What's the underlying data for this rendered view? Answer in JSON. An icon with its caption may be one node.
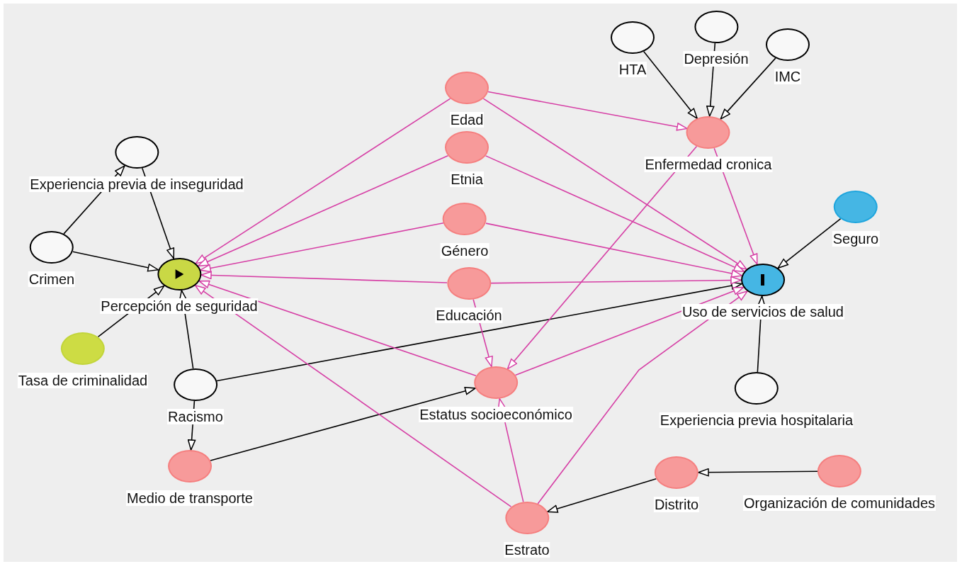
{
  "diagram": {
    "nodes": [
      {
        "text": [
          "Experiencia previa de inseguridad"
        ]
      },
      {
        "text": [
          "Crimen"
        ]
      },
      {
        "text": [
          "Percepción de seguridad"
        ]
      },
      {
        "text": [
          "Tasa de criminalidad"
        ]
      },
      {
        "text": [
          "Racismo"
        ]
      },
      {
        "text": [
          "Medio de transporte"
        ]
      },
      {
        "text": [
          "Edad"
        ]
      },
      {
        "text": [
          "Etnia"
        ]
      },
      {
        "text": [
          "Género"
        ]
      },
      {
        "text": [
          "Educación"
        ]
      },
      {
        "text": [
          "Estatus socioeconómico"
        ]
      },
      {
        "text": [
          "Estrato"
        ]
      },
      {
        "text": [
          "HTA"
        ]
      },
      {
        "text": [
          "Depresión"
        ]
      },
      {
        "text": [
          "IMC"
        ]
      },
      {
        "text": [
          "Enfermedad cronica"
        ]
      },
      {
        "text": [
          "Seguro"
        ]
      },
      {
        "text": [
          "Uso de servicios de salud"
        ]
      },
      {
        "text": [
          "Experiencia previa hospitalaria"
        ]
      },
      {
        "text": [
          "Distrito"
        ]
      },
      {
        "text": [
          "Organización de comunidades"
        ]
      }
    ],
    "edges": [
      {
        "from": 1,
        "to": 0,
        "arrow": "to",
        "color": "#000000"
      },
      {
        "from": 0,
        "to": 2,
        "arrow": "to",
        "color": "#000000"
      },
      {
        "from": 1,
        "to": 2,
        "arrow": "to",
        "color": "#000000"
      },
      {
        "from": 3,
        "to": 2,
        "arrow": "to",
        "color": "#000000"
      },
      {
        "from": 4,
        "to": 2,
        "arrow": "to",
        "color": "#000000"
      },
      {
        "from": 4,
        "to": 17,
        "arrow": "to",
        "color": "#000000"
      },
      {
        "from": 4,
        "to": 5,
        "arrow": "to",
        "color": "#000000"
      },
      {
        "from": 5,
        "to": 10,
        "arrow": "to",
        "color": "#000000"
      },
      {
        "from": 6,
        "to": 2,
        "arrow": "to"
      },
      {
        "from": 7,
        "to": 2,
        "arrow": "to"
      },
      {
        "from": 8,
        "to": 2,
        "arrow": "to"
      },
      {
        "from": 9,
        "to": 2,
        "arrow": "to"
      },
      {
        "from": 10,
        "to": 2,
        "arrow": "to"
      },
      {
        "from": 11,
        "to": 2,
        "arrow": "to"
      },
      {
        "from": 6,
        "to": 15,
        "arrow": "to"
      },
      {
        "from": 6,
        "to": 17,
        "arrow": "to"
      },
      {
        "from": 7,
        "to": 17,
        "arrow": "to"
      },
      {
        "from": 8,
        "to": 17,
        "arrow": "to"
      },
      {
        "from": 9,
        "to": 17,
        "arrow": "to"
      },
      {
        "from": 9,
        "to": 10,
        "arrow": "to"
      },
      {
        "from": 15,
        "to": 10,
        "arrow": "to"
      },
      {
        "from": 15,
        "to": 17,
        "arrow": "to"
      },
      {
        "from": 10,
        "to": 17,
        "arrow": "to"
      },
      {
        "from": 11,
        "to": 17,
        "arrow": "to"
      },
      {
        "from": 11,
        "to": 10,
        "arrow": "to"
      },
      {
        "from": 12,
        "to": 15,
        "arrow": "to",
        "color": "#000000"
      },
      {
        "from": 13,
        "to": 15,
        "arrow": "to",
        "color": "#000000"
      },
      {
        "from": 14,
        "to": 15,
        "arrow": "to",
        "color": "#000000"
      },
      {
        "from": 16,
        "to": 17,
        "arrow": "to",
        "color": "#000000"
      },
      {
        "from": 18,
        "to": 17,
        "arrow": "to",
        "color": "#000000"
      },
      {
        "from": 19,
        "to": 11,
        "arrow": "to",
        "color": "#000000"
      },
      {
        "from": 20,
        "to": 19,
        "arrow": "to",
        "color": "#000000"
      }
    ]
  }
}
